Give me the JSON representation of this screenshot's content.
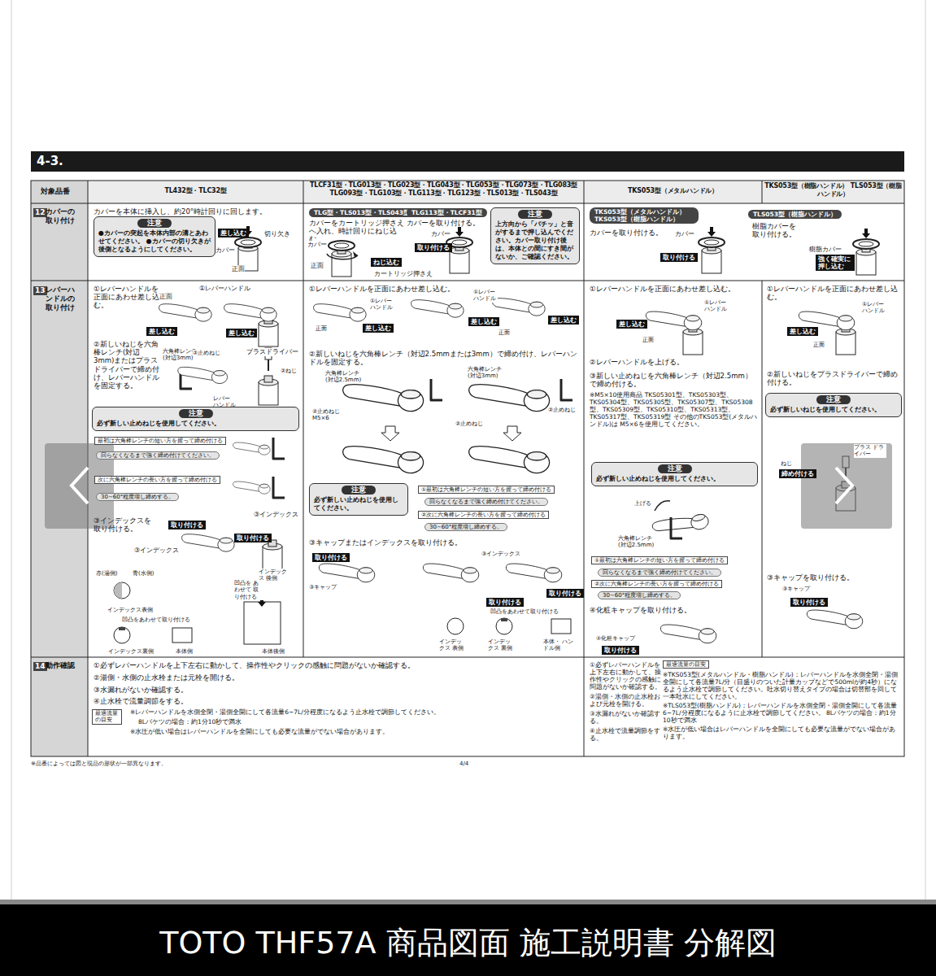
{
  "diagram": {
    "title": "4-3.",
    "caption": "TOTO THF57A 商品図面 施工説明書 分解図",
    "nodes": [
      {
        "text": [
          "注意",
          "●カバーの突起を本体内部の溝とあわせてください。 ●カバーの切り欠きが後側となるようにしてください。"
        ]
      },
      {
        "text": [
          "注意",
          "上方向から「パチッ」と音がするまで押し込んでください。カバー取り付け後は、本体との間にすき間がないか、ご確認ください。"
        ]
      },
      {
        "text": [
          "注意",
          "必ず新しい止めねじを使用してください。"
        ]
      },
      {
        "text": [
          "注意",
          "必ず新しい止めねじを使用してください。"
        ]
      },
      {
        "text": [
          "注意",
          "必ず新しい止めねじを使用してください。"
        ]
      },
      {
        "text": [
          "注意",
          "必ず新しいねじを使用してください。"
        ]
      }
    ],
    "labels": [
      "対象品番",
      "TL432型・TLC32型",
      "TLCF31型・TLG013型・TLG023型・TLG043型・TLG053型・TLG073型・TLG083型 TLG093型・TLG103型・TLG113型・TLG123型・TLS013型・TLS043型",
      "TKS053型（メタルハンドル）",
      "TKS053型（樹脂ハンドル） TLS053型（樹脂ハンドル）",
      "12",
      "カバーの取り付け",
      "カバーを本体に挿入し、約20°時計回りに回します。",
      "差し込む",
      "切り欠き",
      "カバー",
      "正面",
      "TLG型・TLS013型・TLS043型",
      "カバーをカートリッジ押さえへ入れ、時計回りにねじ込む。",
      "カバー",
      "正面",
      "ねじ込む",
      "カートリッジ押さえ",
      "TLG113型・TLCF31型",
      "カバーを取り付ける。",
      "カバー",
      "取り付ける",
      "TKS053型（メタルハンドル） TKS053型（樹脂ハンドル）",
      "カバーを取り付ける。",
      "カバー",
      "取り付ける",
      "TLS053型（樹脂ハンドル）",
      "樹脂カバーを取り付ける。",
      "樹脂カバー",
      "強く確実に押し込む",
      "13",
      "レバーハンドルの取り付け",
      "①レバーハンドルを正面にあわせ差し込む。",
      "①レバーハンドル",
      "正面",
      "差し込む",
      "差し込む",
      "②新しいねじを六角棒レンチ(対辺3mm)またはプラスドライバーで締め付け、レバーハンドルを固定する。",
      "六角棒レンチ (対辺3mm)",
      "②止めねじ",
      "プラスドライバー",
      "②ねじ",
      "レバー ハンドル",
      "最初は六角棒レンチの短い方を握って締め付ける",
      "回らなくなるまで強く締め付けてください。",
      "次に六角棒レンチの長い方を握って締め付ける",
      "30~60°程度増し締めする。",
      "③インデックスを取り付ける。",
      "取り付ける",
      "③インデックス",
      "③インデックス",
      "取り付ける",
      "赤(湯側)",
      "青(水側)",
      "インデックス表側",
      "凹凸をあわせて取り付ける",
      "インデックス裏側",
      "本体側",
      "インデックス 後側",
      "凹凸を あわせて 取り付ける",
      "本体後側",
      "①レバーハンドルを正面にあわせ差し込む。",
      "①レバー ハンドル",
      "①レバー ハンドル",
      "正面",
      "差し込む",
      "差し込む",
      "差し込む",
      "正面",
      "②新しいねじを六角棒レンチ（対辺2.5mmまたは3mm）で締め付け、レバーハンドルを固定する。",
      "六角棒レンチ (対辺2.5mm)",
      "②止めねじ M5×6",
      "六角棒レンチ (対辺3mm)",
      "②止めねじ",
      "②止めねじ",
      "①最初は六角棒レンチの短い方を握って締め付ける",
      "回らなくなるまで強く締め付けてください。",
      "②次に六角棒レンチの長い方を握って締め付ける",
      "30~60°程度増し締めする。",
      "③キャップまたはインデックスを取り付ける。",
      "取り付ける",
      "③キャップ",
      "③インデックス",
      "取り付ける",
      "取り付ける",
      "凹凸をあわせて取り付ける",
      "インデックス 表側",
      "インデックス 裏側",
      "本体・ ハンドル側",
      "①レバーハンドルを正面にあわせ差し込む。",
      "①レバー ハンドル",
      "差し込む",
      "正面",
      "②レバーハンドルを上げる。",
      "③新しい止めねじを六角棒レンチ（対辺2.5mm）で締め付ける。",
      "※M5×10使用商品 TKS05301型、TKS05303型、TKS05304型、TKS05305型、TKS05307型、TKS05308型、TKS05309型、TKS05310型、TKS05313型、TKS05317型、TKS05319型 その他のTKS053型(メタルハンドル)は M5×6を使用してください。",
      "上げる",
      "六角棒レンチ (対辺2.5mm)",
      "①最初は六角棒レンチの短い方を握って締め付ける",
      "回らなくなるまで強く締め付けてください。",
      "②次に六角棒レンチの長い方を握って締め付ける",
      "30~60°程度増し締めする。",
      "④化粧キャップを取り付ける。",
      "④化粧キャップ",
      "取り付ける",
      "①レバーハンドルを正面にあわせ差し込む。",
      "①レバー ハンドル",
      "差し込む",
      "正面",
      "②新しいねじをプラスドライバーで締め付ける。",
      "プラス ドライバー",
      "ねじ",
      "締め付ける",
      "③キャップを取り付ける。",
      "③キャップ",
      "取り付ける",
      "14",
      "動作確認",
      "①必ずレバーハンドルを上下左右に動かして、操作性やクリックの感触に問題がないか確認する。",
      "②湯側・水側の止水栓または元栓を開ける。",
      "③水漏れがないか確認する。",
      "④止水栓で流量調節をする。",
      "最適流量の目安",
      "※レバーハンドルを水側全閉・湯側全開にして各流量6~7L/分程度になるよう止水栓で調節してください。",
      "8Lバケツの場合：約1分10秒で満水",
      "※水圧が低い場合はレバーハンドルを全開にしても必要な流量がでない場合があります。",
      "①必ずレバーハンドルを上下左右に動かして、操作性やクリックの感触に問題がないか確認する。",
      "②湯側・水側の止水栓および元栓を開ける。",
      "③水漏れがないか確認する。",
      "④止水栓で流量調節をする。",
      "最適流量の目安",
      "※TKS053型(メタルハンドル・樹脂ハンドル)：レバーハンドルを水側全閉・湯側全開にして各流量7L/分（目盛りのついた計量カップなどで500mlが約4秒）になるよう止水栓で調節してください。吐水切り替えタイプの場合は切替部を回して一本吐水にしてください。",
      "※TLS053型(樹脂ハンドル)：レバーハンドルを水側全閉・湯側全開にして各流量6~7L/分程度になるように止水栓で調節してください。 8Lバケツの場合：約1分10秒で満水",
      "※水圧が低い場合はレバーハンドルを全開にしても必要な流量がでない場合があります。",
      "※品番によっては図と現品の形状が一部異なります。",
      "4/4"
    ]
  }
}
